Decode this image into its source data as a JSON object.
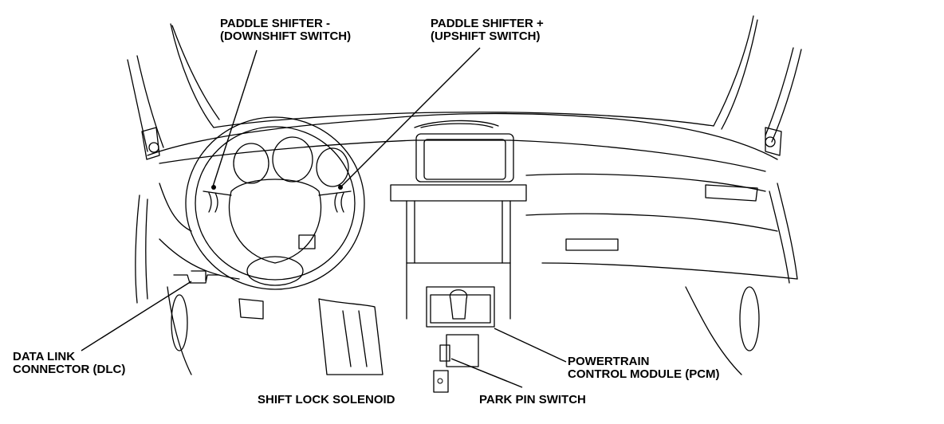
{
  "labels": {
    "paddle_minus": {
      "line1": "PADDLE SHIFTER -",
      "line2": "(DOWNSHIFT SWITCH)"
    },
    "paddle_plus": {
      "line1": "PADDLE SHIFTER +",
      "line2": "(UPSHIFT SWITCH)"
    },
    "dlc": {
      "line1": "DATA LINK",
      "line2": "CONNECTOR (DLC)"
    },
    "pcm": {
      "line1": "POWERTRAIN",
      "line2": "CONTROL MODULE (PCM)"
    },
    "shift_lock": "SHIFT LOCK SOLENOID",
    "park_pin": "PARK PIN SWITCH"
  },
  "colors": {
    "line": "#000000",
    "background": "#ffffff"
  }
}
